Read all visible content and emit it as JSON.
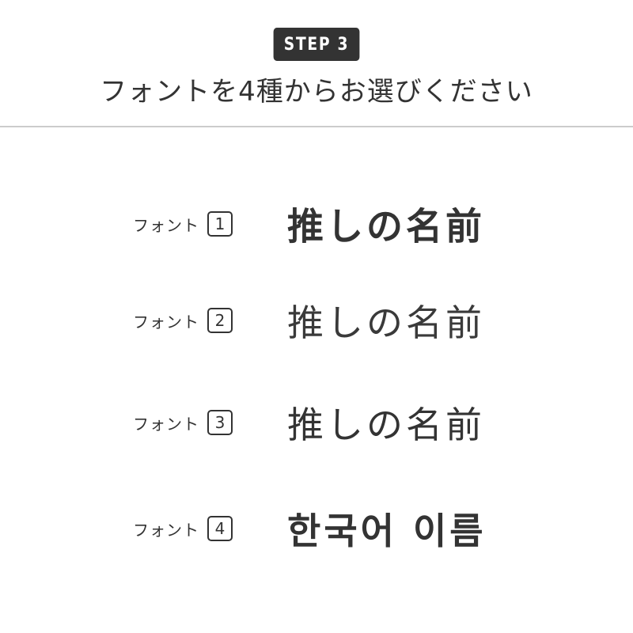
{
  "header": {
    "step_label": "STEP 3",
    "title": "フォントを4種からお選びください"
  },
  "colors": {
    "primary": "#333333",
    "background": "#ffffff",
    "divider": "#cccccc"
  },
  "fonts": [
    {
      "label": "フォント",
      "number": "1",
      "sample": "推しの名前"
    },
    {
      "label": "フォント",
      "number": "2",
      "sample": "推しの名前"
    },
    {
      "label": "フォント",
      "number": "3",
      "sample": "推しの名前"
    },
    {
      "label": "フォント",
      "number": "4",
      "sample": "한국어 이름"
    }
  ]
}
